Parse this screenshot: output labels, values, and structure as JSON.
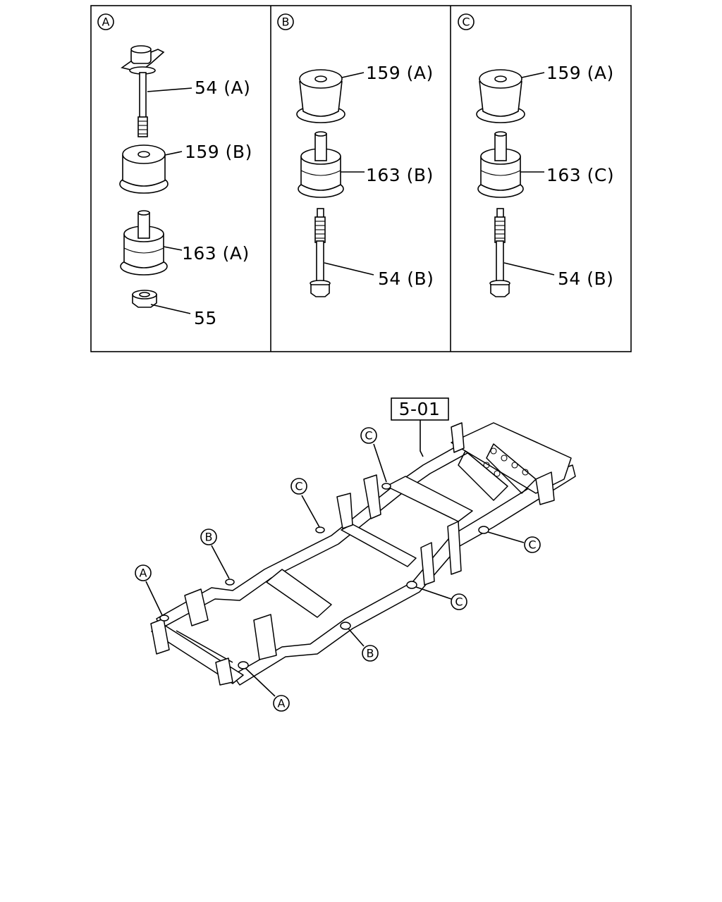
{
  "panels": [
    {
      "id": "A",
      "badge": "A",
      "labels": [
        "54 (A)",
        "159 (B)",
        "163 (A)",
        "55"
      ]
    },
    {
      "id": "B",
      "badge": "B",
      "labels": [
        "159 (A)",
        "163 (B)",
        "54 (B)"
      ]
    },
    {
      "id": "C",
      "badge": "C",
      "labels": [
        "159 (A)",
        "163 (C)",
        "54 (B)"
      ]
    }
  ],
  "frame_diagram": {
    "ref_box": "5-01",
    "callouts": [
      "C",
      "C",
      "B",
      "A",
      "C",
      "C",
      "B",
      "A"
    ]
  }
}
